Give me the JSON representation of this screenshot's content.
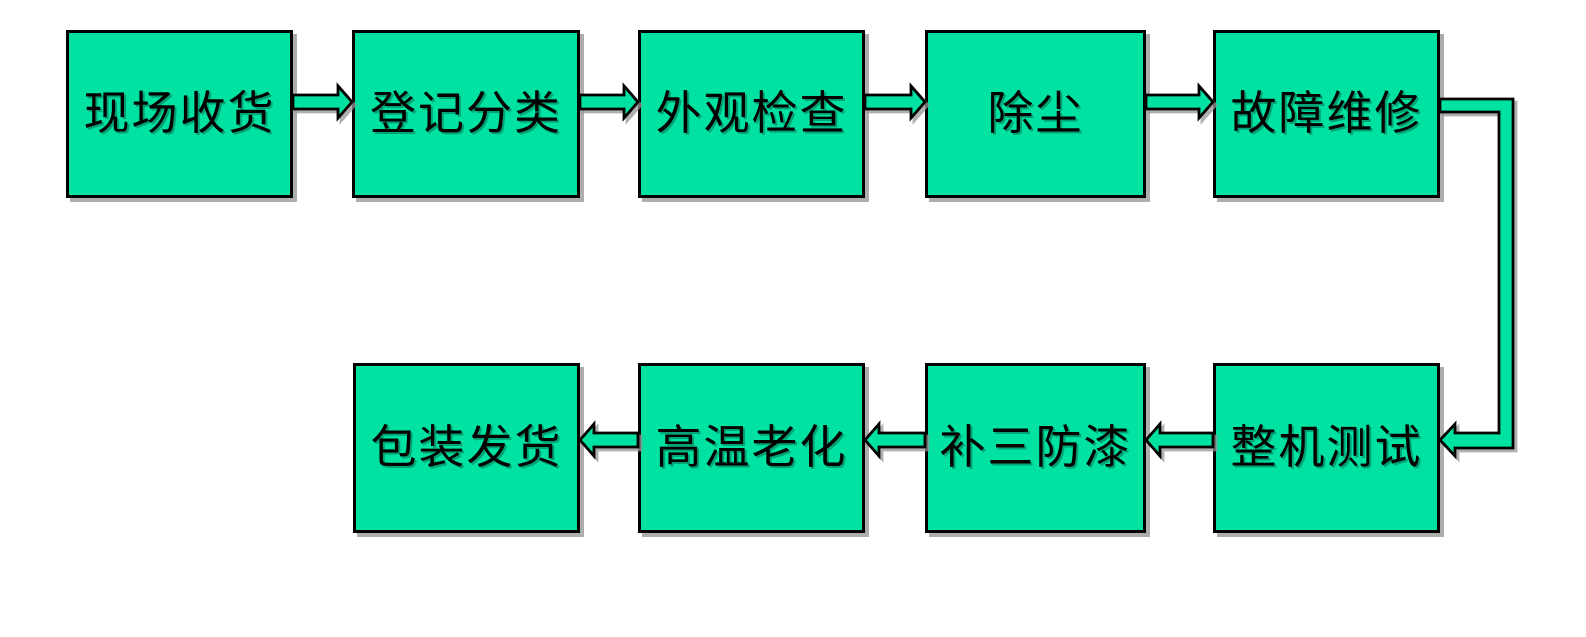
{
  "flow": {
    "steps": [
      {
        "order": 1,
        "label": "现场收货"
      },
      {
        "order": 2,
        "label": "登记分类"
      },
      {
        "order": 3,
        "label": "外观检查"
      },
      {
        "order": 4,
        "label": "除尘"
      },
      {
        "order": 5,
        "label": "故障维修"
      },
      {
        "order": 6,
        "label": "整机测试"
      },
      {
        "order": 7,
        "label": "补三防漆"
      },
      {
        "order": 8,
        "label": "高温老化"
      },
      {
        "order": 9,
        "label": "包装发货"
      }
    ],
    "connections": [
      {
        "from": "现场收货",
        "to": "登记分类",
        "shape": "block-arrow-right"
      },
      {
        "from": "登记分类",
        "to": "外观检查",
        "shape": "block-arrow-right"
      },
      {
        "from": "外观检查",
        "to": "除尘",
        "shape": "block-arrow-right"
      },
      {
        "from": "除尘",
        "to": "故障维修",
        "shape": "block-arrow-right"
      },
      {
        "from": "故障维修",
        "to": "整机测试",
        "shape": "elbow-connector-down-then-left-arrow"
      },
      {
        "from": "整机测试",
        "to": "补三防漆",
        "shape": "block-arrow-left"
      },
      {
        "from": "补三防漆",
        "to": "高温老化",
        "shape": "block-arrow-left"
      },
      {
        "from": "高温老化",
        "to": "包装发货",
        "shape": "block-arrow-left"
      }
    ],
    "colors": {
      "box_fill": "#00E2A2",
      "box_border": "#000000",
      "arrow_fill": "#00E2A2",
      "arrow_border": "#000000",
      "text": "#000000",
      "background": "#FFFFFF",
      "shadow": "#ADADAD"
    }
  }
}
